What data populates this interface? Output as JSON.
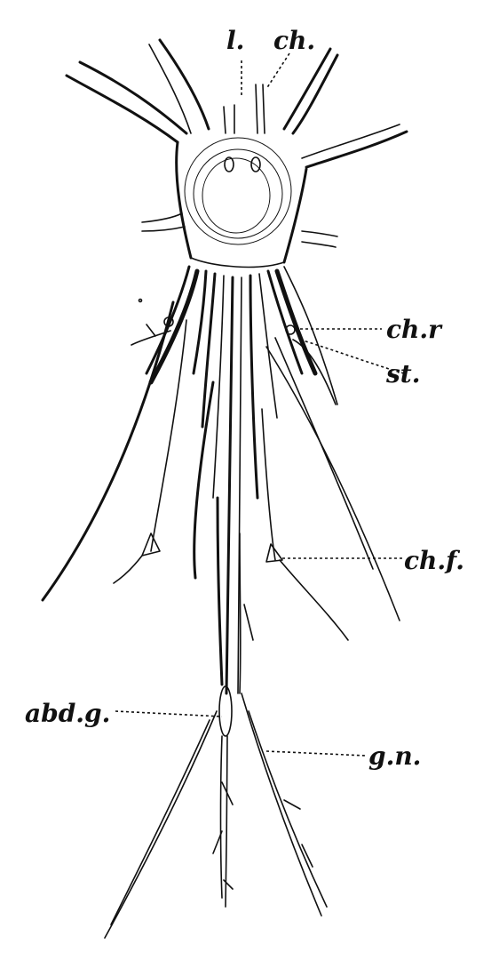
{
  "labels": {
    "l": "l.",
    "ch": "ch.",
    "chr": "ch.r",
    "st": "st.",
    "chf": "ch.f.",
    "abdg": "abd.g.",
    "gn": "g.n."
  }
}
